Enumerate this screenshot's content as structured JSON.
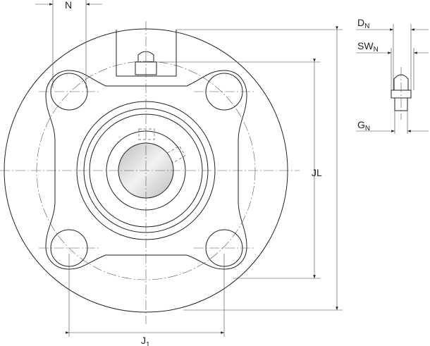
{
  "labels": {
    "n": "N",
    "jl": "JL",
    "j1_main": "J",
    "j1_sub": "1",
    "dn_main": "D",
    "dn_sub": "N",
    "swn_main": "SW",
    "swn_sub": "N",
    "gn_main": "G",
    "gn_sub": "N"
  },
  "colors": {
    "line": "#222222",
    "shaft": "#d8d8d8"
  }
}
